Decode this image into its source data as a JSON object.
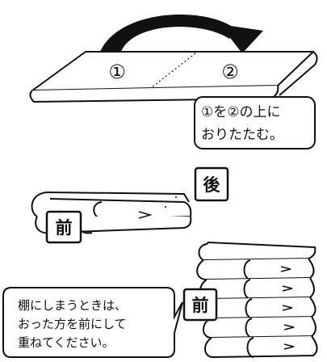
{
  "step1": {
    "panel_left_label": "①",
    "panel_right_label": "②",
    "instruction_lines": [
      "①を②の上に",
      "おりたたむ。"
    ]
  },
  "step2": {
    "back_label": "後",
    "front_label": "前"
  },
  "step3": {
    "front_label": "前",
    "note_lines": [
      "棚にしまうときは、",
      "おった方を前にして",
      "重ねてください。"
    ]
  }
}
